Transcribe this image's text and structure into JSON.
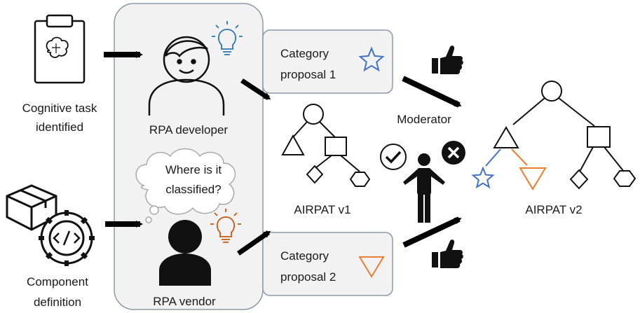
{
  "inputs": {
    "task_label_line1": "Cognitive task",
    "task_label_line2": "identified",
    "component_label_line1": "Component",
    "component_label_line2": "definition"
  },
  "actors": {
    "developer_label": "RPA developer",
    "vendor_label": "RPA vendor",
    "thought_line1": "Where is it",
    "thought_line2": "classified?"
  },
  "proposals": {
    "p1_line1": "Category",
    "p1_line2": "proposal 1",
    "p2_line1": "Category",
    "p2_line2": "proposal 2"
  },
  "taxonomy": {
    "v1_label": "AIRPAT v1",
    "v2_label": "AIRPAT v2"
  },
  "moderator": {
    "label": "Moderator"
  },
  "colors": {
    "star": "#4472c4",
    "triangle_new": "#ed7d31",
    "panel_fill": "#f2f2f2",
    "panel_stroke": "#8c9aa8",
    "bulb_blue": "#2e75b6",
    "bulb_orange": "#c55a11"
  },
  "icons": [
    "clipboard-brain-icon",
    "box-code-gear-icon",
    "developer-person-icon",
    "vendor-person-icon",
    "lightbulb-icon",
    "thumbs-up-icon",
    "checkmark-icon",
    "cross-icon",
    "moderator-person-icon",
    "star-icon",
    "triangle-icon"
  ]
}
